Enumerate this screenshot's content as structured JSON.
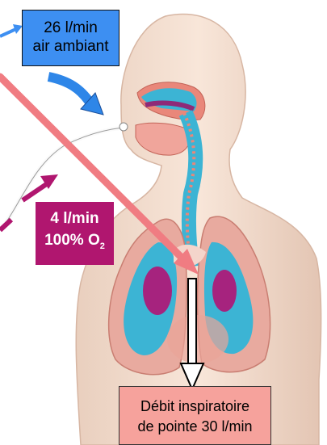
{
  "labels": {
    "air_flow": [
      "26 l/min",
      "air ambiant"
    ],
    "o2_flow": [
      "4 l/min",
      "100% O",
      "2"
    ],
    "peak_flow": [
      "Débit inspiratoire",
      "de pointe 30 l/min"
    ]
  },
  "colors": {
    "air_box": "#3d8ff2",
    "o2_box": "#b0166f",
    "peak_box": "#f6a29c",
    "big_arrow": "#f07c82",
    "airway_blue": "#3cb4d4",
    "skin": "#f3dccb"
  }
}
